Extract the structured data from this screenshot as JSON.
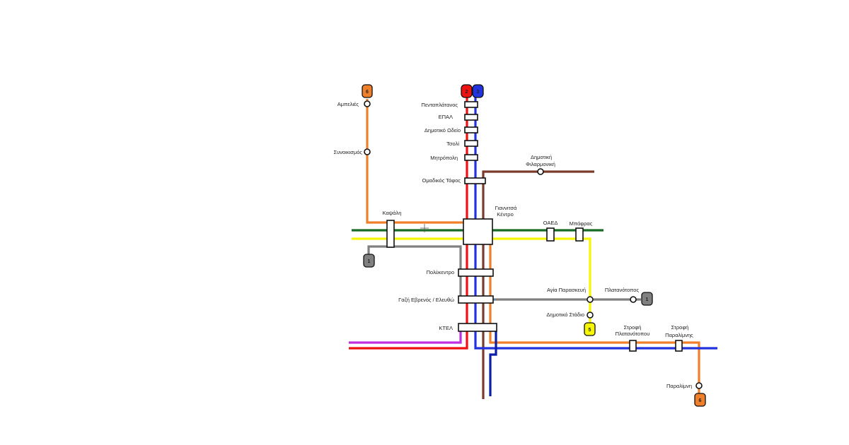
{
  "colors": {
    "line1": "#808080",
    "line2": "#ee1111",
    "line3": "#2233dd",
    "line5": "#f6f600",
    "line6": "#f07f2a",
    "green": "#176b24",
    "brown": "#7a3b2a",
    "purple": "#c02ee0",
    "navy": "#0a1ea8"
  },
  "badges": {
    "line6_top": "6",
    "line2": "2",
    "line3": "3",
    "line1_left": "1",
    "line1_right": "1",
    "line5": "5",
    "line6_bottom": "6"
  },
  "stations": {
    "ampelies": "Αμπελιές",
    "synoikismos": "Συνοικισμός",
    "pentaplatanos": "Πενταπλάτανος",
    "epal": "ΕΠΑΛ",
    "dimotiko_odeio": "Δημοτικό Ωδείο",
    "tsoli": "Τσολί",
    "mitropoli": "Μητρόπολη",
    "omadikos_tafos": "Ομαδικός Τάφος",
    "filarmoniki_1": "Δημοτική",
    "filarmoniki_2": "Φιλαρμονική",
    "kafali": "Καψάλη",
    "kentro_1": "Γιαννιτσά",
    "kentro_2": "Κέντρο",
    "oaed": "ΟΑΕΔ",
    "mpafras": "Μπάφρας",
    "polykentro": "Πολύκεντρο",
    "gazi": "Γαζή Εβρενός / Ελευθώ",
    "agia_paraskevi": "Αγία Παρασκευή",
    "platanotopos": "Πλατανότοπος",
    "dimotiko_stadio": "Δημοτικό Στάδιο",
    "ktel": "ΚΤΕΛ",
    "strofi_plat_1": "Στροφή",
    "strofi_plat_2": "Πλατανότοπου",
    "strofi_par_1": "Στροφή",
    "strofi_par_2": "Παραλίμνης",
    "paralimni": "Παραλίμνη"
  }
}
